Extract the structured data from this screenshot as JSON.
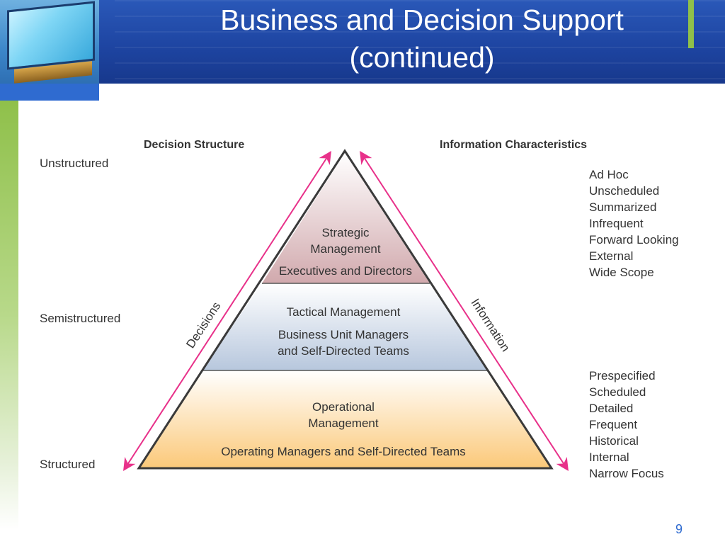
{
  "slide": {
    "title_line1": "Business and Decision Support",
    "title_line2": "(continued)",
    "page_number": "9"
  },
  "diagram": {
    "left_heading": "Decision Structure",
    "right_heading": "Information Characteristics",
    "left_levels": [
      "Unstructured",
      "Semistructured",
      "Structured"
    ],
    "left_arrow_label": "Decisions",
    "right_arrow_label": "Information",
    "tiers": [
      {
        "title_lines": [
          "Strategic",
          "Management"
        ],
        "people_lines": [
          "Executives and Directors"
        ],
        "color": "#d8b8b8"
      },
      {
        "title_lines": [
          "Tactical Management"
        ],
        "people_lines": [
          "Business Unit Managers",
          "and Self-Directed Teams"
        ],
        "color": "#c8d3e2"
      },
      {
        "title_lines": [
          "Operational",
          "Management"
        ],
        "people_lines": [
          "Operating Managers and Self-Directed Teams"
        ],
        "color": "#fcd9a0"
      }
    ],
    "info_top": [
      "Ad Hoc",
      "Unscheduled",
      "Summarized",
      "Infrequent",
      "Forward Looking",
      "External",
      "Wide Scope"
    ],
    "info_bottom": [
      "Prespecified",
      "Scheduled",
      "Detailed",
      "Frequent",
      "Historical",
      "Internal",
      "Narrow Focus"
    ],
    "arrow_color": "#e8318a"
  }
}
